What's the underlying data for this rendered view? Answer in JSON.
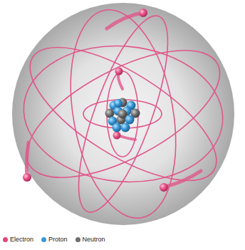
{
  "diagram": {
    "legend": [
      {
        "text": "Electron",
        "color": "#e0457b"
      },
      {
        "text": "Proton",
        "color": "#3a9ad9"
      },
      {
        "text": "Neutron",
        "color": "#6e6e6e"
      }
    ]
  }
}
